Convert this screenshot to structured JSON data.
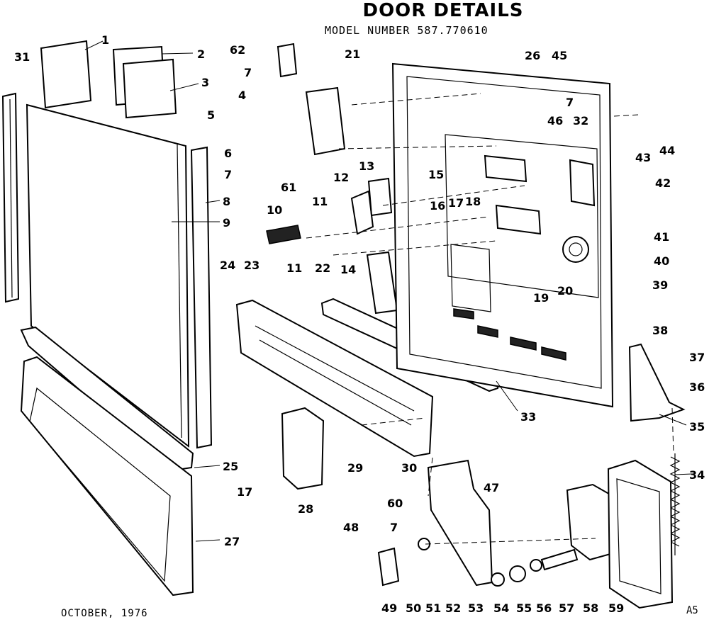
{
  "title": "DOOR DETAILS",
  "model_line": "MODEL NUMBER   587.770610",
  "footer_date": "OCTOBER, 1976",
  "page_code": "A5",
  "callouts": [
    "1",
    "2",
    "3",
    "62",
    "21",
    "7",
    "4",
    "5",
    "6",
    "7",
    "61",
    "12",
    "13",
    "26",
    "45",
    "7",
    "46",
    "32",
    "43",
    "44",
    "42",
    "15",
    "17",
    "18",
    "16",
    "41",
    "40",
    "20",
    "19",
    "39",
    "38",
    "37",
    "36",
    "35",
    "34",
    "31",
    "8",
    "9",
    "10",
    "11",
    "11",
    "22",
    "14",
    "24",
    "23",
    "33",
    "25",
    "17",
    "27",
    "29",
    "30",
    "28",
    "47",
    "60",
    "7",
    "48",
    "49",
    "50",
    "51",
    "52",
    "53",
    "54",
    "55",
    "56",
    "57",
    "58",
    "59"
  ]
}
